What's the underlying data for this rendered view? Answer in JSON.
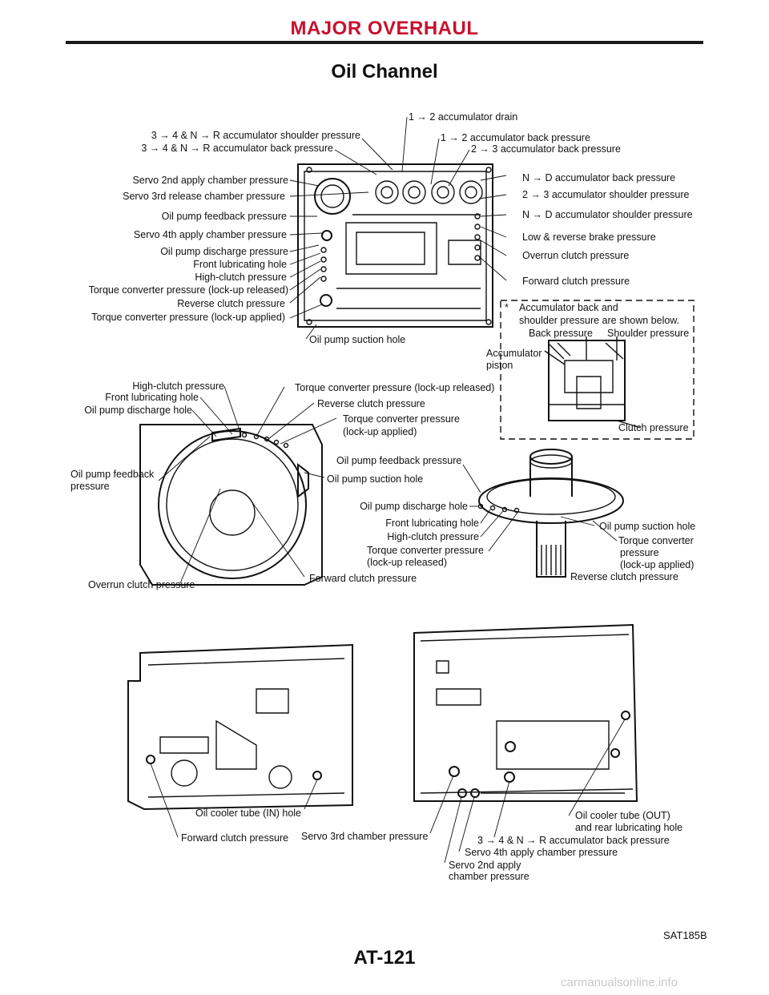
{
  "header": {
    "section": "MAJOR OVERHAUL",
    "color": "#c8102e"
  },
  "title": "Oil Channel",
  "control_valve_labels": {
    "left": [
      "3 → 4 & N → R accumulator shoulder pressure",
      "3 → 4 & N → R accumulator back pressure",
      "Servo 2nd apply chamber pressure",
      "Servo 3rd release chamber pressure",
      "Oil pump feedback pressure",
      "Servo 4th apply chamber pressure",
      "Oil pump discharge pressure",
      "Front lubricating hole",
      "High-clutch pressure",
      "Torque converter pressure (lock-up released)",
      "Reverse clutch pressure",
      "Torque converter pressure (lock-up applied)"
    ],
    "right": [
      "1 → 2 accumulator drain",
      "1 → 2 accumulator back pressure",
      "2 → 3 accumulator back pressure",
      "N → D accumulator back pressure",
      "2 → 3 accumulator shoulder pressure",
      "N → D accumulator shoulder pressure",
      "Low & reverse brake pressure",
      "Overrun clutch pressure",
      "Forward clutch pressure"
    ],
    "bottom": "Oil pump suction hole"
  },
  "accumulator_note": {
    "asterisk": "*",
    "line1": "Accumulator back and",
    "line2": "shoulder pressure are shown below.",
    "back": "Back pressure",
    "shoulder": "Shoulder pressure",
    "piston_line1": "Accumulator",
    "piston_line2": "piston",
    "clutch": "Clutch pressure"
  },
  "case_front_labels": {
    "high_clutch": "High-clutch pressure",
    "front_lub": "Front lubricating hole",
    "discharge": "Oil pump discharge hole",
    "tc_released": "Torque converter pressure (lock-up released)",
    "reverse": "Reverse clutch pressure",
    "tc_applied_1": "Torque converter pressure",
    "tc_applied_2": "(lock-up applied)",
    "feedback_1": "Oil pump feedback",
    "feedback_2": "pressure",
    "suction": "Oil pump suction hole",
    "overrun": "Overrun clutch pressure",
    "forward": "Forward clutch pressure"
  },
  "pump_labels": {
    "feedback": "Oil pump feedback pressure",
    "discharge": "Oil pump discharge hole",
    "front_lub": "Front lubricating hole",
    "high_clutch": "High-clutch pressure",
    "tc_released_1": "Torque converter pressure",
    "tc_released_2": "(lock-up released)",
    "suction": "Oil pump suction hole",
    "tc_applied_1": "Torque converter",
    "tc_applied_2": "pressure",
    "tc_applied_3": "(lock-up applied)",
    "reverse": "Reverse clutch pressure"
  },
  "case_side_labels": {
    "cooler_in": "Oil cooler tube (IN) hole",
    "forward": "Forward clutch pressure",
    "servo3": "Servo 3rd chamber pressure",
    "cooler_out_1": "Oil cooler tube (OUT)",
    "cooler_out_2": "and rear lubricating hole",
    "acc_back": "3 → 4 & N → R accumulator back pressure",
    "servo4": "Servo 4th apply chamber pressure",
    "servo2_1": "Servo 2nd apply",
    "servo2_2": "chamber pressure"
  },
  "reference_code": "SAT185B",
  "page_number": "AT-121",
  "watermark": "carmanualsonline.info"
}
